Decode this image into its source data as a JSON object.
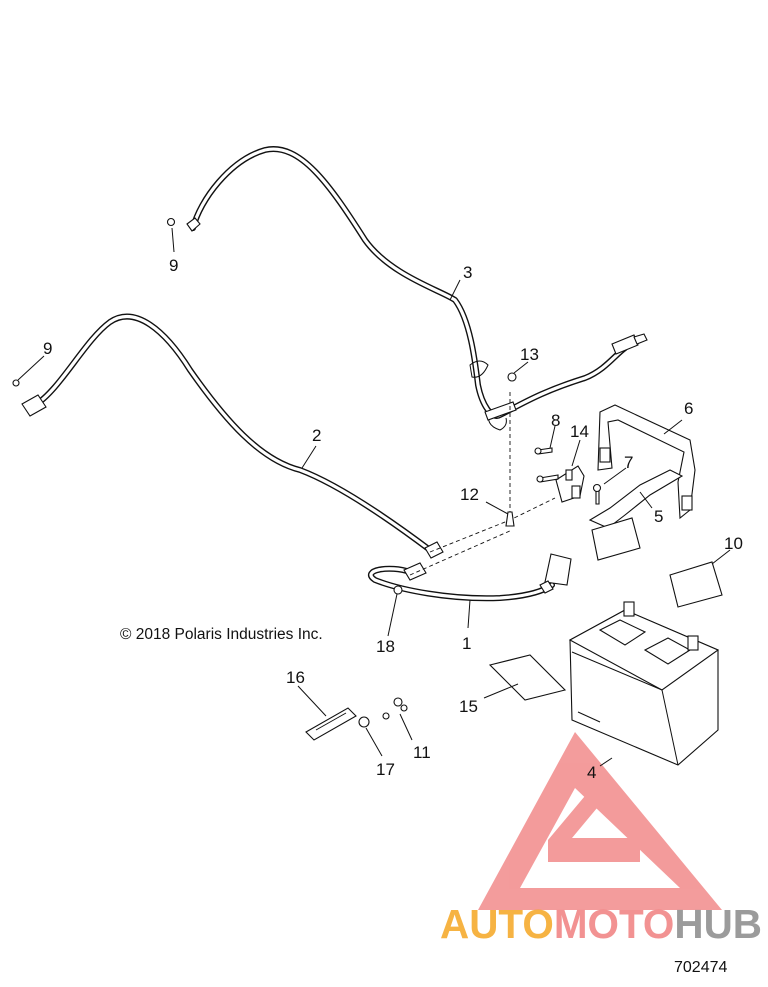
{
  "diagram": {
    "copyright": "© 2018 Polaris Industries Inc.",
    "document_number": "702474",
    "callouts": {
      "c1": "1",
      "c2": "2",
      "c3": "3",
      "c4": "4",
      "c5": "5",
      "c6": "6",
      "c7": "7",
      "c8": "8",
      "c9a": "9",
      "c9b": "9",
      "c10": "10",
      "c11": "11",
      "c12": "12",
      "c13": "13",
      "c14": "14",
      "c15": "15",
      "c16": "16",
      "c17": "17",
      "c18": "18"
    }
  },
  "watermark": {
    "word_part1": "AUTO",
    "word_part2": "MOTO",
    "word_part3": "HUB",
    "colors": {
      "triangle": "#f08080",
      "auto": "#f5a623",
      "moto": "#f08080",
      "hub": "#888888"
    }
  }
}
